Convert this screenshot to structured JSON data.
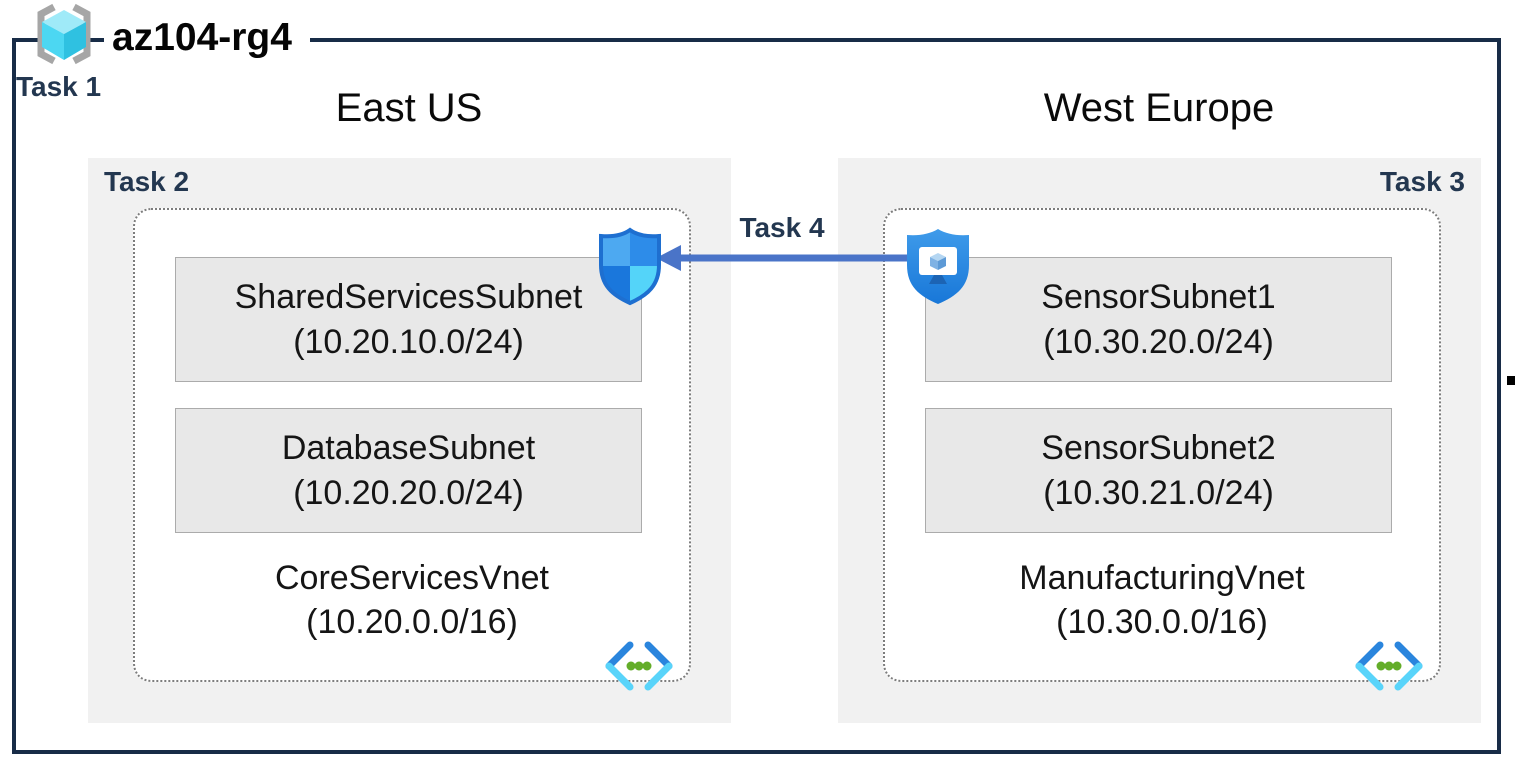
{
  "resource_group": {
    "title": "az104-rg4",
    "task_label": "Task 1",
    "icon": "resource-group-icon"
  },
  "regions": [
    {
      "name": "East US",
      "task_label": "Task 2",
      "vnet": {
        "name": "CoreServicesVnet",
        "cidr": "(10.20.0.0/16)",
        "icon": "virtual-network-icon"
      },
      "subnets": [
        {
          "name": "SharedServicesSubnet",
          "cidr": "(10.20.10.0/24)"
        },
        {
          "name": "DatabaseSubnet",
          "cidr": "(10.20.20.0/24)"
        }
      ],
      "badge_icon": "nsg-shield-icon"
    },
    {
      "name": "West Europe",
      "task_label": "Task 3",
      "vnet": {
        "name": "ManufacturingVnet",
        "cidr": "(10.30.0.0/16)",
        "icon": "virtual-network-icon"
      },
      "subnets": [
        {
          "name": "SensorSubnet1",
          "cidr": "(10.30.20.0/24)"
        },
        {
          "name": "SensorSubnet2",
          "cidr": "(10.30.21.0/24)"
        }
      ],
      "badge_icon": "shield-monitor-icon"
    }
  ],
  "connection": {
    "label": "Task 4",
    "direction": "west-europe-to-east-us"
  },
  "colors": {
    "border_navy": "#182c47",
    "task_navy": "#233750",
    "region_bg": "#f1f1f1",
    "subnet_bg": "#e8e8e8",
    "subnet_border": "#ababab",
    "dotted_gray": "#7d7d7d",
    "arrow_blue": "#4a74c8",
    "vnet_icon_dark_blue": "#2a85dd",
    "vnet_icon_cyan": "#59d4fa",
    "vnet_icon_green": "#63ad29",
    "cube_cyan": "#45d4f1"
  }
}
